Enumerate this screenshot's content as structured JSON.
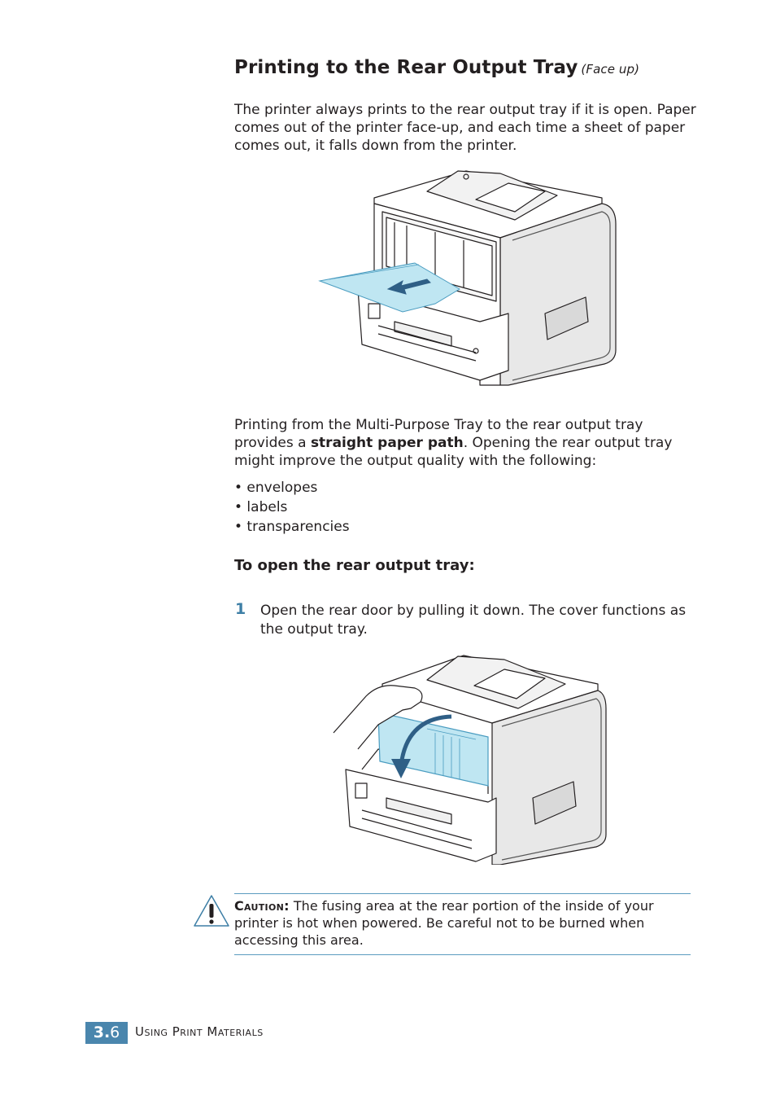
{
  "section": {
    "title": "Printing to the Rear Output Tray",
    "title_sub": "(Face up)"
  },
  "intro_paragraph": "The printer always prints to the rear output tray if it is open. Paper comes out of the printer face-up, and each time a sheet of paper comes out, it falls down from the printer.",
  "paragraph2": {
    "before": "Printing from the Multi-Purpose Tray to the rear output tray provides a ",
    "bold": "straight paper path",
    "after": ". Opening the rear output tray might improve the output quality with the following:"
  },
  "bullets": [
    "• envelopes",
    "• labels",
    "• transparencies"
  ],
  "subsection": {
    "title": "To open the rear output tray:"
  },
  "steps": [
    {
      "number": "1",
      "text": "Open the rear door by pulling it down. The cover functions as the output tray."
    }
  ],
  "caution": {
    "label": "Caution:",
    "text": " The fusing area at the rear portion of the inside of your printer is hot when powered. Be careful not to be burned when accessing this area."
  },
  "footer": {
    "page_chapter": "3.",
    "page_number": "6",
    "chapter_title": "Using Print Materials"
  },
  "colors": {
    "accent": "#4a86ad",
    "step_number": "#3e7fa6",
    "illustration_highlight": "#bfe6f2",
    "rule": "#5b9bc0"
  }
}
